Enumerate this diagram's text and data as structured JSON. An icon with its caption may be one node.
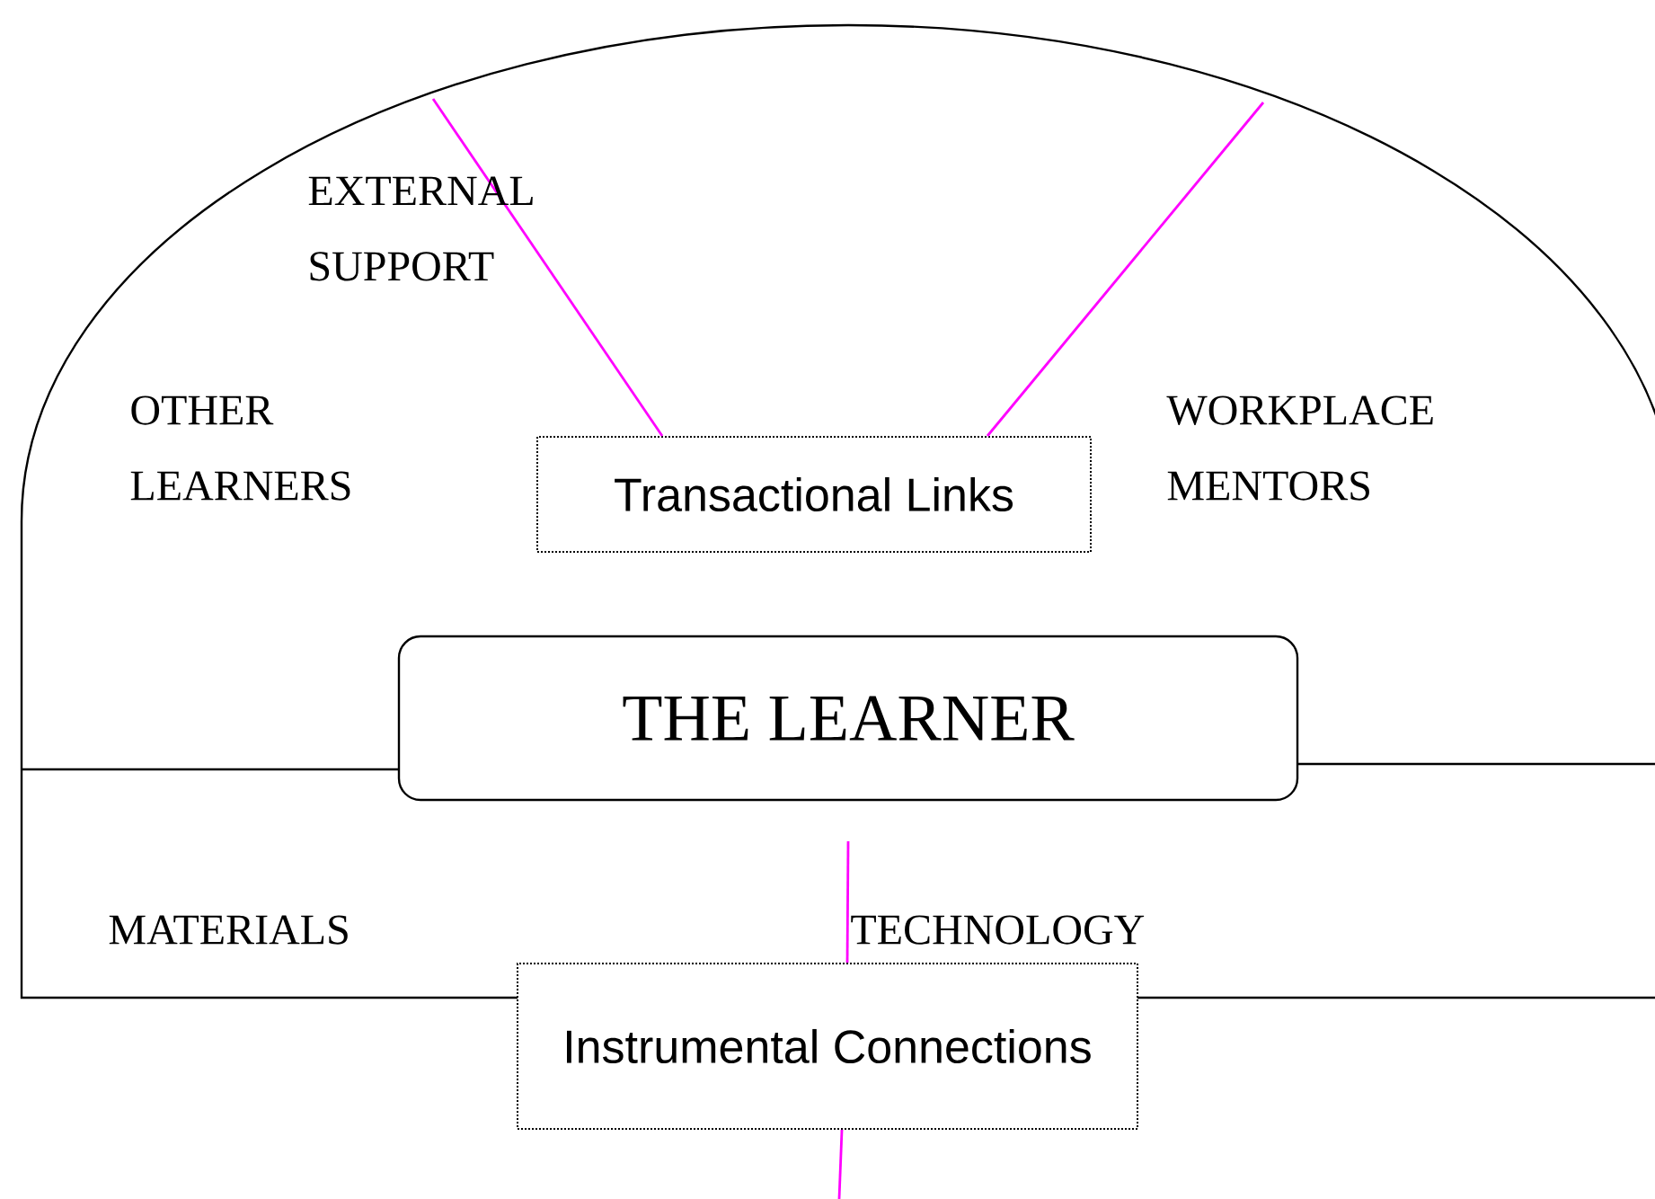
{
  "diagram": {
    "nodes": [
      {
        "text": [
          "Transactional Links"
        ]
      },
      {
        "text": [
          "THE LEARNER"
        ]
      },
      {
        "text": [
          "Instrumental Connections"
        ]
      }
    ],
    "edges": [
      {
        "from": null,
        "to": 0,
        "arrow": "none",
        "color": "#ff00ff"
      },
      {
        "from": null,
        "to": 0,
        "arrow": "none",
        "color": "#ff00ff"
      },
      {
        "from": null,
        "to": 2,
        "arrow": "none",
        "color": "#ff00ff"
      },
      {
        "from": 2,
        "to": null,
        "arrow": "none",
        "color": "#ff00ff"
      }
    ],
    "labels": [
      "EXTERNAL SUPPORT",
      "OTHER LEARNERS",
      "WORKPLACE MENTORS",
      "MATERIALS",
      "TECHNOLOGY"
    ]
  }
}
